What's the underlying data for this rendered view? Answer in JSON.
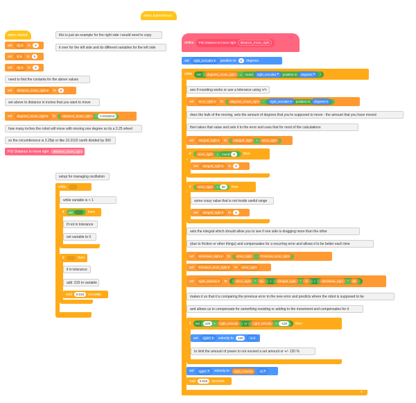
{
  "events": {
    "autonomous": "when autonomous",
    "started": "when started",
    "define": "define",
    "define_name": "PID Distance to move right",
    "define_param": "distance_move_right"
  },
  "left": {
    "set_kp_var": "kp",
    "set_kp_val": "0",
    "set_ki_var": "ki",
    "set_ki_val": "0",
    "set_kd_var": "kp",
    "set_kd_val": "0",
    "comment_contants": "need to find the contants for the above values",
    "set_dmr_var": "distance_move_right",
    "set_dmr_val": "0",
    "comment_inches": "set above to distance in inches that you want to move",
    "set_deg_var": "degrees_move_right",
    "set_deg_param": "distance_move_right",
    "set_deg_factor": "0.0318216",
    "comment_howmany": "how many inches the robot will move with moving one degree so its a 3.25 wheel",
    "comment_circ": "so the circumference is 3.25pi or like 10.2102 nsnth divided by 360",
    "call_name": "PID Distance to move right",
    "call_param": "distance_move_right"
  },
  "comments_top": {
    "example": "this is just an example for the right side i would need to copy",
    "leftside": "it over for the left side and do different variables for the left side"
  },
  "osc": {
    "comment_setup": "setup for managing oscillation",
    "while": "while",
    "comment_while": "while variable is < 1",
    "if": "if",
    "not": "not",
    "then": "then",
    "comment_not_tol": "If not in tolerance",
    "comment_set0": "set variable to 0",
    "comment_in_tol": "if in tolerance",
    "comment_add": "add .015 to variable",
    "wait": "wait",
    "wait_val": "0.015",
    "seconds": "seconds"
  },
  "right": {
    "set": "set",
    "to": "to",
    "encoder": "right_encoder",
    "position_to": "position to",
    "pos_val": "0",
    "degrees": "degrees",
    "while": "while",
    "not": "not",
    "param_deg": "degrees_move_right",
    "round": "round",
    "position_in": "position in",
    "deg_unit": "degrees",
    "comment_round": "see if rounding works or use a tolerance using >/<",
    "error_right": "error_right",
    "comment_bulk": "does the bulk of the moving, sets the amount of degrees that you're supposed to move - the amount that you have moved",
    "comment_then": "then takes that value and sets it to the error and uses that for most of the calculations",
    "integral_right": "integral_right",
    "if": "if",
    "then": "then",
    "eq_zero": "0",
    "round_label": "round",
    "set_int_zero": "0",
    "gt50": "50",
    "comment_crazy": "some crazy value that is not inside useful range",
    "comment_integral1": "sets the integral which should allow you to see if one side is dragging more than the other",
    "comment_integral2": "(due to friction or other things) and compensates for a recurring error and allows it to be better each time",
    "derivitave_right": "derivitave_right",
    "previous_error_right": "Previous_error_right",
    "velocity_var": "right_velocity",
    "kp": "kp",
    "ki": "ki",
    "kd": "kd",
    "comment_compare1": "makes it so that it is comparing the previous error to the new error and predicts where the robot is supposed to be",
    "comment_compare2": "and allows us to compensate for something resisting or adding to the movement and compensates for it",
    "v120": "120",
    "or": "or",
    "vneg120": "-120",
    "motor": "rightT",
    "velocity_to": "velocity to",
    "percent": "%",
    "comment_limit": "to limit the amount of power to not exceed a set amount or +/- 120 %",
    "wait": "wait",
    "wait_val": "0.015",
    "seconds": "seconds"
  }
}
